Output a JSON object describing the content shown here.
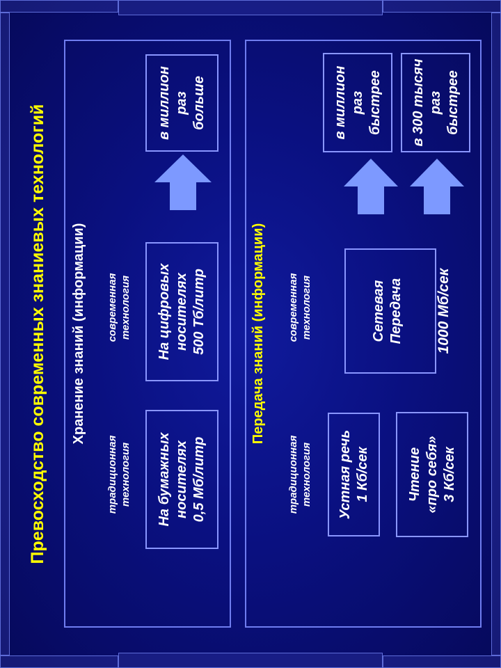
{
  "title": "Превосходство современных знаниевых технологий",
  "colors": {
    "background": "#0a0f6e",
    "title": "#ffff00",
    "panel_border": "#6f7df0",
    "box_border": "#8a96ff",
    "arrow": "#7d99ff"
  },
  "storage": {
    "heading": "Хранение знаний (информации)",
    "traditional_label": "традиционная\nтехнология",
    "modern_label": "современная\nтехнология",
    "traditional_box": "На бумажных\nносителях\n0,5 Мб/литр",
    "modern_box": "На цифровых\nносителях\n500 Тб/литр",
    "arrow_icon": "arrow-right-icon",
    "result_box": "в миллион\nраз\nбольше"
  },
  "transfer": {
    "heading": "Передача знаний (информации)",
    "traditional_label": "традиционная\nтехнология",
    "modern_label": "современная\nтехнология",
    "speech_box": "Устная речь\n1 Кб/сек",
    "reading_box": "Чтение\n«про себя»\n3 Кб/сек",
    "network_box": "Сетевая\nПередача",
    "network_speed": "1000 Мб/сек",
    "arrow_icon": "arrow-right-icon",
    "result_box_1": "в  миллион\nраз\nбыстрее",
    "result_box_2": "в 300 тысяч\nраз\nбыстрее"
  }
}
